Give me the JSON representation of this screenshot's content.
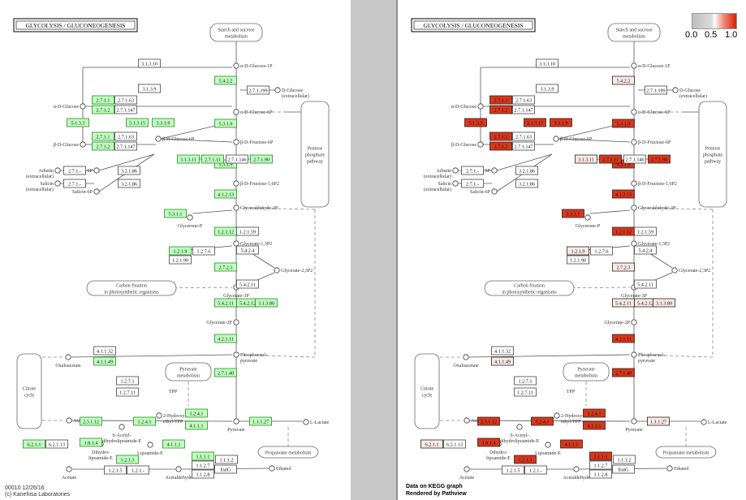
{
  "title": "GLYCOLYSIS / GLUCONEOGENESIS",
  "footer_left": [
    "00010 12/26/16",
    "(c) Kanehisa Laboratories"
  ],
  "footer_right": [
    "Data on KEGG graph",
    "Rendered by Pathview"
  ],
  "legend": {
    "ticks": [
      "0.0",
      "0.5",
      "1.0"
    ],
    "low_color": "#bdbdbd",
    "mid_color": "#ffffff",
    "high_color": "#d62000"
  },
  "colors": {
    "organism_fill": "#bfffbf",
    "organism_stroke": "#2a8a2a",
    "high_fill": "#d62000",
    "neutral_fill": "#ffffff"
  },
  "compounds": [
    "Starch and sucrose metabolism",
    "α-D-Glucose-1P",
    "D-Glucose (extracellular)",
    "α-D-Glucose",
    "α-D-Glucose-6P",
    "β-D-Glucose",
    "β-D-Glucose-6P",
    "β-D-Fructose-6P",
    "Arbutin (extracellular)",
    "Arbutin-6P",
    "Salicin (extracellular)",
    "Salicin-6P",
    "Pentose phosphate pathway",
    "β-D-Fructose-1,6P2",
    "Glyceraldehyde-3P",
    "Glycerone-P",
    "Glycerate-1,3P2",
    "Glycerate-2,3P2",
    "Carbon fixation in photosynthetic organisms",
    "Glycerate-3P",
    "Glycerate-2P",
    "Phosphoenol-pyruvate",
    "Oxaloacetate",
    "Citrate cycle",
    "Pyruvate metabolism",
    "Acetyl-CoA",
    "TPP",
    "2-Hydroxy-ethyl-TPP",
    "S-Acetyl-dihydrolipoamide-E",
    "Dihydro-lipoamide-E",
    "Lipoamide-E",
    "Pyruvate",
    "L-Lactate",
    "Propanoate metabolism",
    "Acetate",
    "Acetaldehyde",
    "Ethanol"
  ],
  "enzymes": [
    {
      "ec": "3.1.3.10",
      "org": 0,
      "val": null
    },
    {
      "ec": "5.4.2.2",
      "org": 1,
      "val": 0.55
    },
    {
      "ec": "3.1.3.9",
      "org": 0,
      "val": null
    },
    {
      "ec": "2.7.1.199",
      "org": 0,
      "val": null
    },
    {
      "ec": "2.7.1.1",
      "org": 1,
      "val": 0.95
    },
    {
      "ec": "2.7.1.63",
      "org": 0,
      "val": null
    },
    {
      "ec": "2.7.1.2",
      "org": 1,
      "val": 0.95
    },
    {
      "ec": "2.7.1.147",
      "org": 0,
      "val": null
    },
    {
      "ec": "5.1.3.3",
      "org": 1,
      "val": 0.95
    },
    {
      "ec": "5.1.3.15",
      "org": 1,
      "val": 0.95
    },
    {
      "ec": "5.3.1.9",
      "org": 1,
      "val": 0.95
    },
    {
      "ec": "5.3.1.9",
      "org": 1,
      "val": 0.95
    },
    {
      "ec": "2.7.1.1",
      "org": 1,
      "val": 0.95
    },
    {
      "ec": "2.7.1.63",
      "org": 0,
      "val": null
    },
    {
      "ec": "2.7.1.2",
      "org": 1,
      "val": 0.95
    },
    {
      "ec": "2.7.1.147",
      "org": 0,
      "val": null
    },
    {
      "ec": "5.3.1.9",
      "org": 1,
      "val": 0.95
    },
    {
      "ec": "2.7.1.-",
      "org": 0,
      "val": null
    },
    {
      "ec": "3.2.1.86",
      "org": 0,
      "val": null
    },
    {
      "ec": "3.1.3.11",
      "org": 1,
      "val": 0.55
    },
    {
      "ec": "2.7.1.11",
      "org": 1,
      "val": 0.95
    },
    {
      "ec": "2.7.1.146",
      "org": 0,
      "val": null
    },
    {
      "ec": "2.7.1.90",
      "org": 1,
      "val": 0.95
    },
    {
      "ec": "2.7.1.-",
      "org": 0,
      "val": null
    },
    {
      "ec": "3.2.1.86",
      "org": 0,
      "val": null
    },
    {
      "ec": "4.1.2.13",
      "org": 1,
      "val": 0.95
    },
    {
      "ec": "5.3.1.1",
      "org": 1,
      "val": 0.95
    },
    {
      "ec": "1.2.1.12",
      "org": 1,
      "val": 0.95
    },
    {
      "ec": "1.2.1.59",
      "org": 0,
      "val": null
    },
    {
      "ec": "1.2.1.9",
      "org": 1,
      "val": 0.55
    },
    {
      "ec": "1.2.7.6",
      "org": 0,
      "val": null
    },
    {
      "ec": "1.2.1.90",
      "org": 0,
      "val": null
    },
    {
      "ec": "5.4.2.4",
      "org": 0,
      "val": null
    },
    {
      "ec": "2.7.2.3",
      "org": 1,
      "val": 0.55
    },
    {
      "ec": "5.4.2.11",
      "org": 0,
      "val": null
    },
    {
      "ec": "5.4.2.11",
      "org": 1,
      "val": 0.55
    },
    {
      "ec": "5.4.2.12",
      "org": 1,
      "val": 0.55
    },
    {
      "ec": "3.1.3.80",
      "org": 1,
      "val": 0.55
    },
    {
      "ec": "4.2.1.11",
      "org": 1,
      "val": 0.95
    },
    {
      "ec": "4.1.1.32",
      "org": 0,
      "val": null
    },
    {
      "ec": "4.1.1.49",
      "org": 1,
      "val": 0.55
    },
    {
      "ec": "2.7.1.40",
      "org": 1,
      "val": 0.95
    },
    {
      "ec": "1.2.7.1",
      "org": 0,
      "val": null
    },
    {
      "ec": "1.2.7.11",
      "org": 0,
      "val": null
    },
    {
      "ec": "2.3.1.12",
      "org": 1,
      "val": 0.95
    },
    {
      "ec": "1.2.4.1",
      "org": 1,
      "val": 0.95
    },
    {
      "ec": "1.2.4.1",
      "org": 1,
      "val": 0.95
    },
    {
      "ec": "4.1.1.1",
      "org": 1,
      "val": 0.95
    },
    {
      "ec": "1.1.1.27",
      "org": 1,
      "val": 0.55
    },
    {
      "ec": "6.2.1.1",
      "org": 1,
      "val": 0.55
    },
    {
      "ec": "6.2.1.13",
      "org": 0,
      "val": null
    },
    {
      "ec": "1.8.1.4",
      "org": 1,
      "val": 0.95
    },
    {
      "ec": "4.1.1.1",
      "org": 1,
      "val": 0.95
    },
    {
      "ec": "1.2.1.3",
      "org": 1,
      "val": 0.95
    },
    {
      "ec": "1.2.1.5",
      "org": 0,
      "val": null
    },
    {
      "ec": "1.2.1.-",
      "org": 0,
      "val": null
    },
    {
      "ec": "1.1.1.1",
      "org": 1,
      "val": 0.95
    },
    {
      "ec": "1.1.2.7",
      "org": 0,
      "val": null
    },
    {
      "ec": "1.1.1.2",
      "org": 0,
      "val": null
    },
    {
      "ec": "1.1.2.8",
      "org": 0,
      "val": null
    },
    {
      "ec": "EutG",
      "org": 0,
      "val": null
    }
  ]
}
